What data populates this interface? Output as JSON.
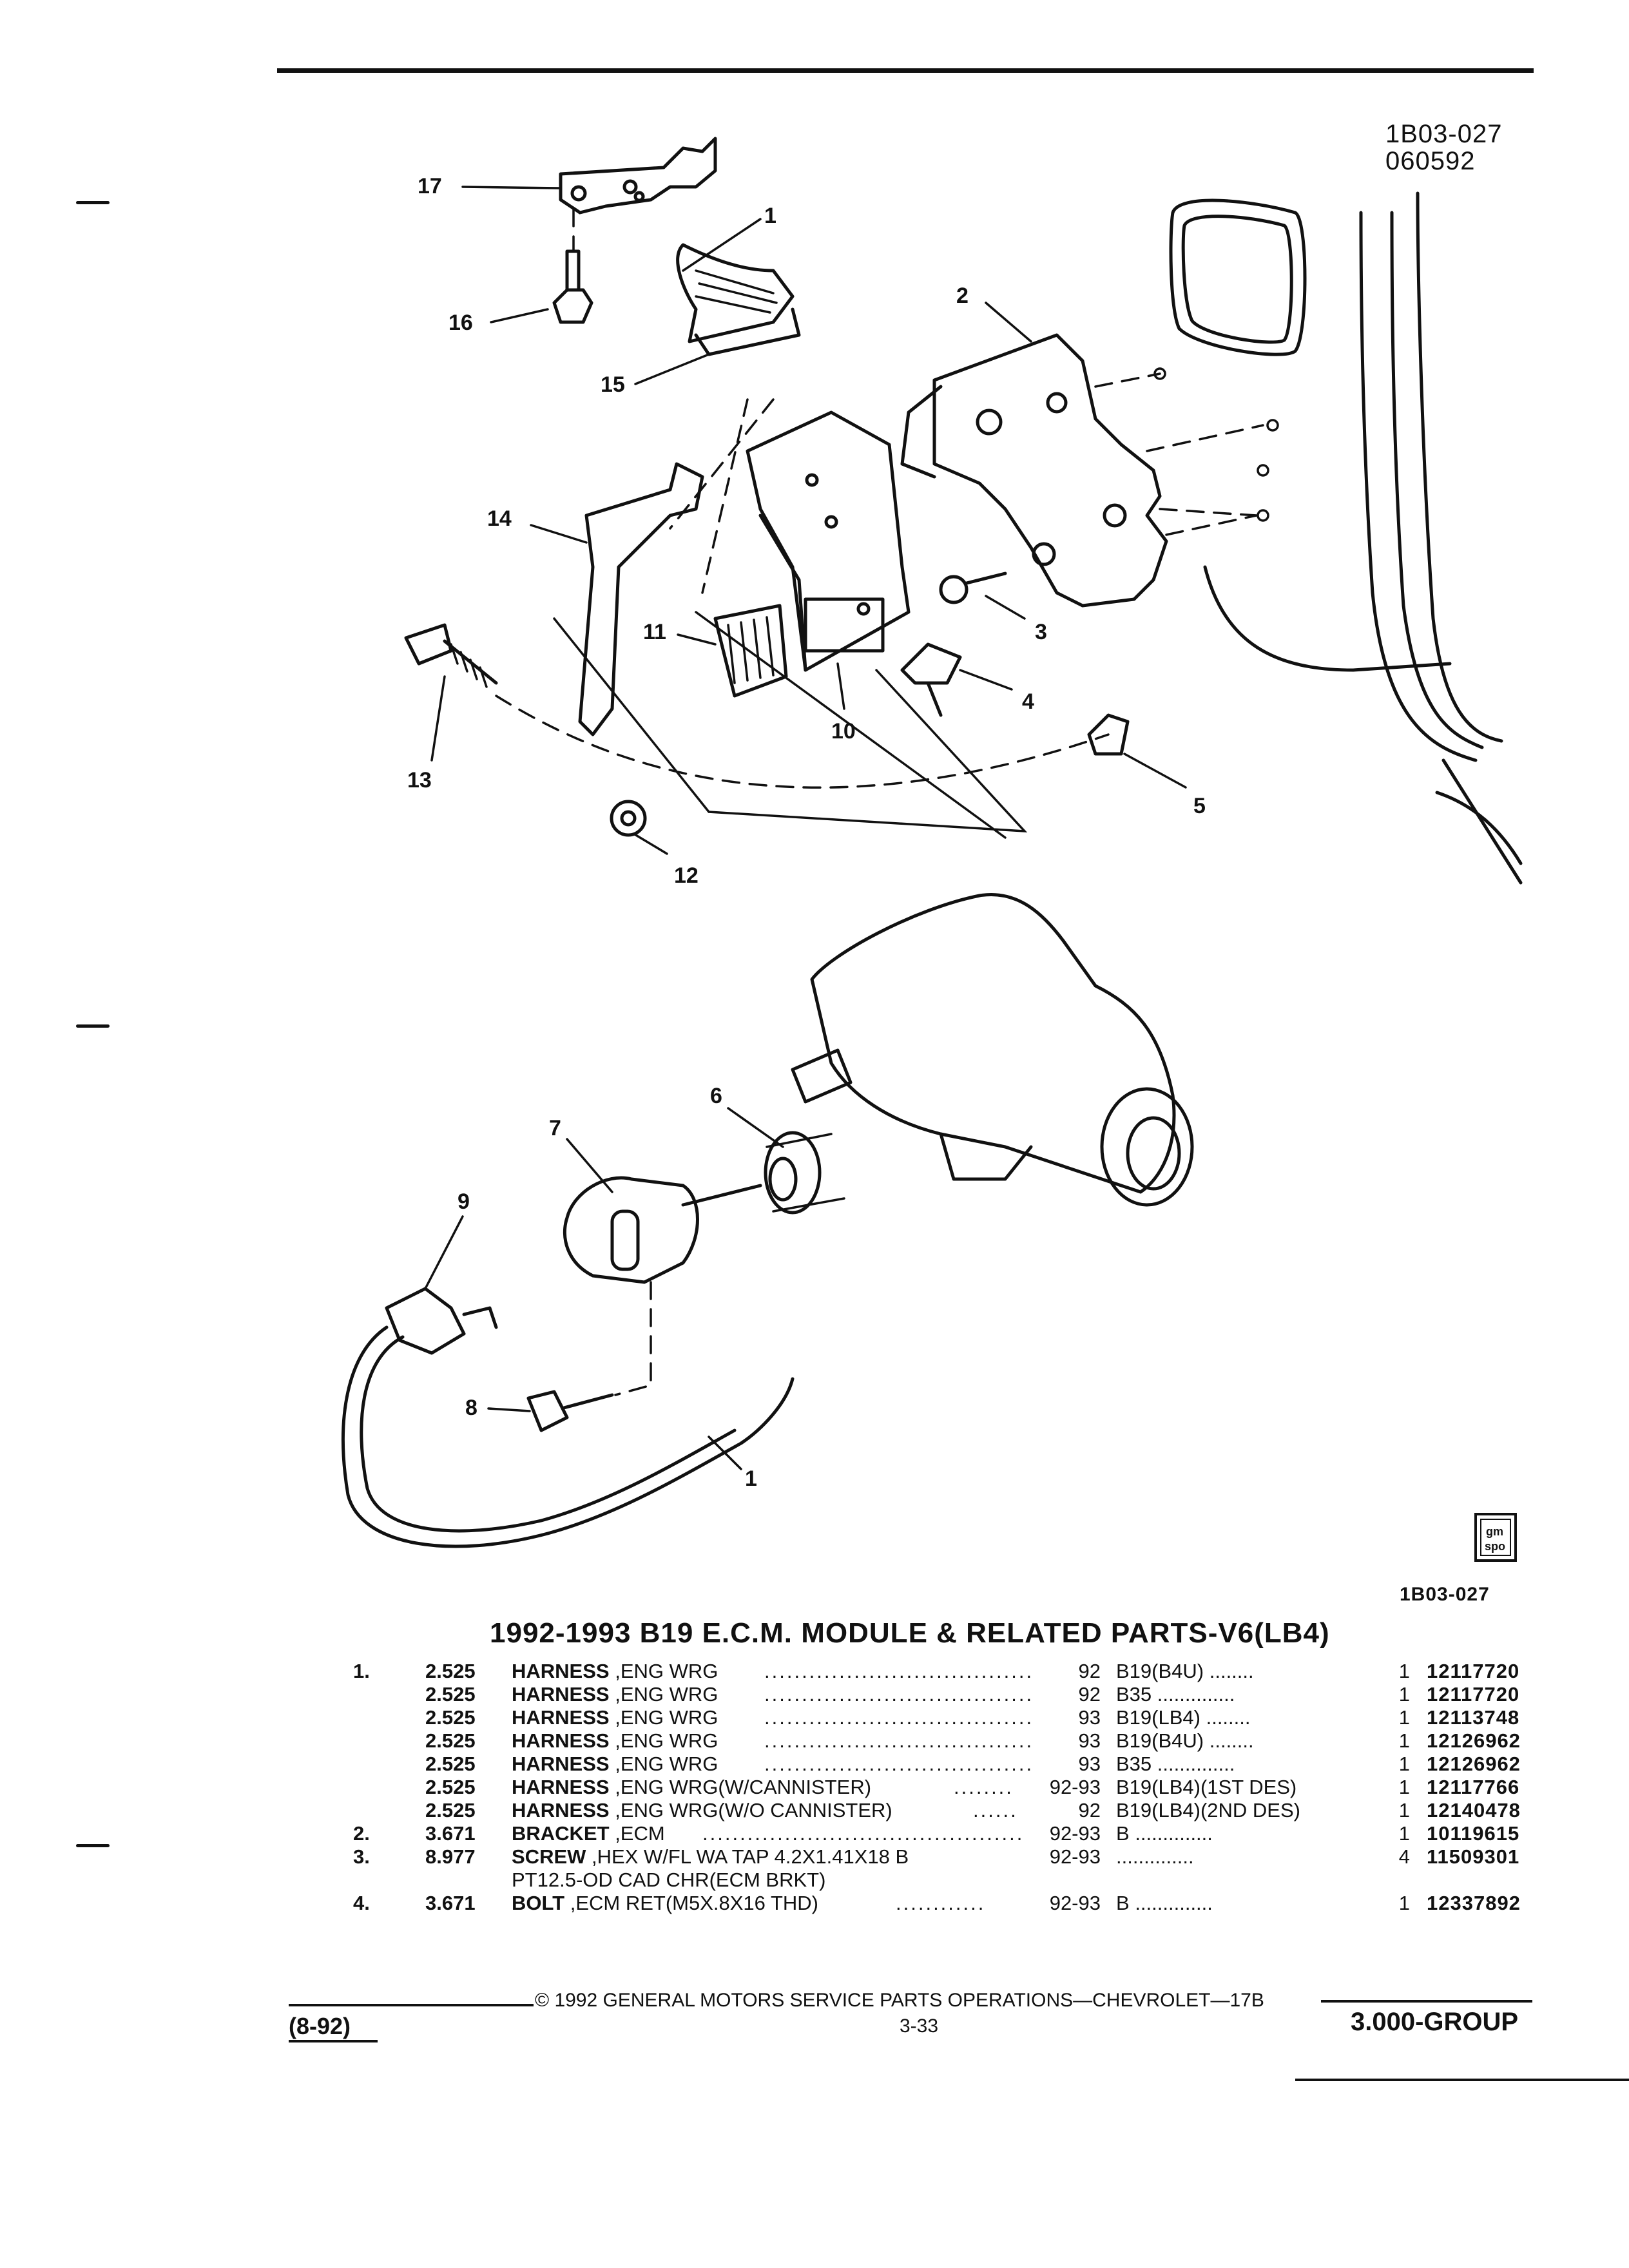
{
  "header": {
    "figure_code": "1B03-027",
    "figure_date": "060592",
    "figure_code_lower": "1B03-027",
    "badge_top": "gm",
    "badge_bottom": "spo"
  },
  "callouts": [
    "17",
    "1",
    "16",
    "15",
    "2",
    "14",
    "11",
    "10",
    "3",
    "4",
    "13",
    "12",
    "5",
    "6",
    "7",
    "9",
    "8",
    "1"
  ],
  "title": "1992-1993 B19 E.C.M. MODULE & RELATED PARTS-V6(LB4)",
  "parts": [
    {
      "item": "1.",
      "qty": "2.525",
      "name": "HARNESS",
      "desc": ",ENG WRG",
      "years": "92",
      "app": "B19(B4U)",
      "app_dots": "........",
      "count": "1",
      "pn": "12117720"
    },
    {
      "item": "",
      "qty": "2.525",
      "name": "HARNESS",
      "desc": ",ENG WRG",
      "years": "92",
      "app": "B35",
      "app_dots": "..............",
      "count": "1",
      "pn": "12117720"
    },
    {
      "item": "",
      "qty": "2.525",
      "name": "HARNESS",
      "desc": ",ENG WRG",
      "years": "93",
      "app": "B19(LB4)",
      "app_dots": "........",
      "count": "1",
      "pn": "12113748"
    },
    {
      "item": "",
      "qty": "2.525",
      "name": "HARNESS",
      "desc": ",ENG WRG",
      "years": "93",
      "app": "B19(B4U)",
      "app_dots": "........",
      "count": "1",
      "pn": "12126962"
    },
    {
      "item": "",
      "qty": "2.525",
      "name": "HARNESS",
      "desc": ",ENG WRG",
      "years": "93",
      "app": "B35",
      "app_dots": "..............",
      "count": "1",
      "pn": "12126962"
    },
    {
      "item": "",
      "qty": "2.525",
      "name": "HARNESS",
      "desc": ",ENG WRG(W/CANNISTER)",
      "years": "92-93",
      "app": "B19(LB4)(1ST DES)",
      "app_dots": "",
      "count": "1",
      "pn": "12117766"
    },
    {
      "item": "",
      "qty": "2.525",
      "name": "HARNESS",
      "desc": ",ENG WRG(W/O CANNISTER)",
      "years": "92",
      "app": "B19(LB4)(2ND DES)",
      "app_dots": "",
      "count": "1",
      "pn": "12140478"
    },
    {
      "item": "2.",
      "qty": "3.671",
      "name": "BRACKET",
      "desc": ",ECM",
      "years": "92-93",
      "app": "B",
      "app_dots": "..............",
      "count": "1",
      "pn": "10119615"
    },
    {
      "item": "3.",
      "qty": "8.977",
      "name": "SCREW",
      "desc": ",HEX W/FL WA TAP 4.2X1.41X18 B",
      "years": "92-93",
      "app": "",
      "app_dots": "..............",
      "count": "4",
      "pn": "11509301"
    },
    {
      "item": "",
      "qty": "",
      "name": "",
      "desc": "PT12.5-OD CAD CHR(ECM BRKT)",
      "years": "",
      "app": "",
      "app_dots": "",
      "count": "",
      "pn": ""
    },
    {
      "item": "4.",
      "qty": "3.671",
      "name": "BOLT",
      "desc": ",ECM RET(M5X.8X16 THD)",
      "years": "92-93",
      "app": "B",
      "app_dots": "..............",
      "count": "1",
      "pn": "12337892"
    }
  ],
  "footer": {
    "copyright": "© 1992 GENERAL MOTORS SERVICE PARTS OPERATIONS—CHEVROLET—17B",
    "date": "(8-92)",
    "page": "3-33",
    "group": "3.000-GROUP"
  }
}
